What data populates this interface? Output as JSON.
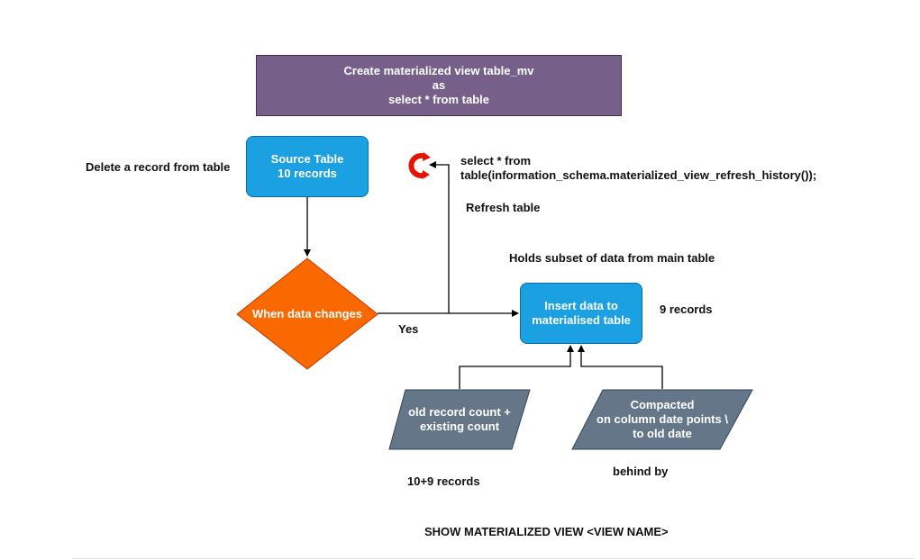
{
  "sql_box": {
    "line1": "Create materialized view  table_mv",
    "line2": "as",
    "line3": "select * from table"
  },
  "source_table": {
    "line1": "Source Table",
    "line2": "10 records"
  },
  "delete_label": "Delete a record from table",
  "decision": {
    "label": "When data changes"
  },
  "yes_label": "Yes",
  "history_query": {
    "line1": "select * from",
    "line2": "table(information_schema.materialized_view_refresh_history());"
  },
  "refresh_label": "Refresh table",
  "subset_label": "Holds subset of data from main table",
  "insert_box": {
    "line1": "Insert data to",
    "line2": "materialised table"
  },
  "records_label": "9 records",
  "old_count": {
    "line1": "old record count +",
    "line2": "existing count"
  },
  "compacted": {
    "line1": "Compacted",
    "line2": "on column date points \\",
    "line3": "to old date"
  },
  "sum_label": "10+9 records",
  "behind_label": "behind by",
  "show_command": "SHOW MATERIALIZED VIEW <VIEW NAME>",
  "colors": {
    "purple_fill": "#76608a",
    "blue_fill": "#1ba1e2",
    "orange_fill": "#fa6800",
    "slate_fill": "#647687",
    "refresh_icon": "#e51400"
  },
  "icons": {
    "refresh": "refresh-icon"
  }
}
